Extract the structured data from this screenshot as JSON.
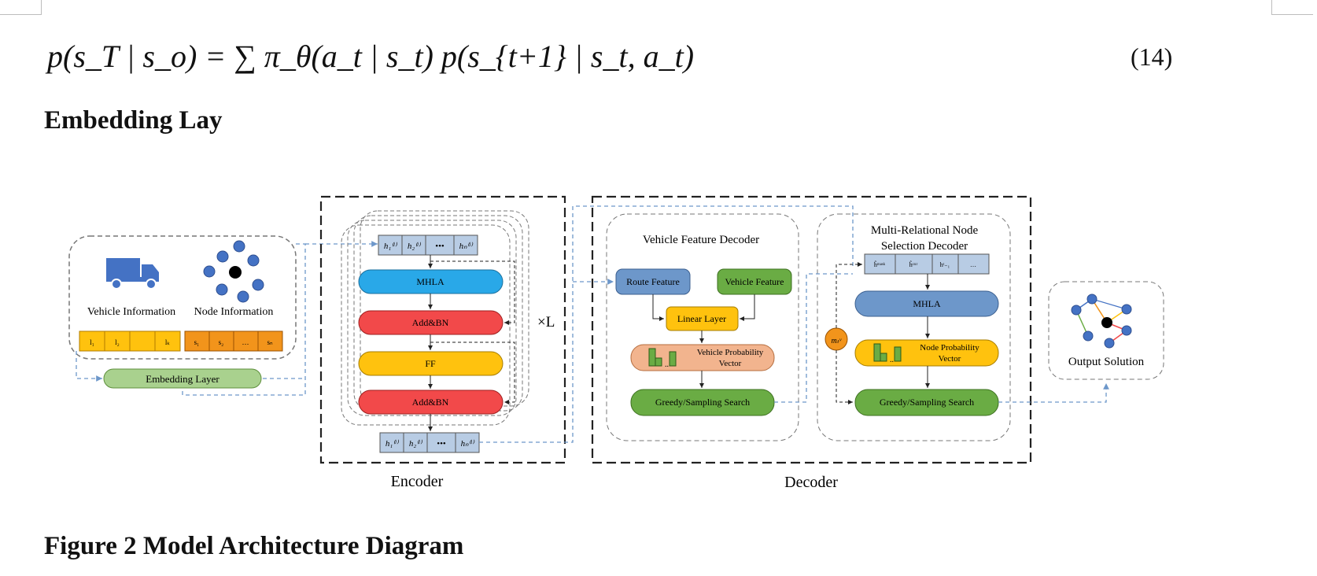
{
  "equation": {
    "text": "p(s_T | s_o) = ∑ π_θ(a_t | s_t) p(s_{t+1} | s_t, a_t)",
    "number": "(14)"
  },
  "section_heading": "Embedding Lay",
  "figure_caption": "Figure 2 Model Architecture Diagram",
  "diagram": {
    "input": {
      "vehicle_label": "Vehicle Information",
      "node_label": "Node Information",
      "embedding_label": "Embedding Layer",
      "vehicle_cells": [
        "l₁",
        "l₂",
        "",
        "lₖ"
      ],
      "node_cells": [
        "s₁",
        "s₂",
        "…",
        "sₙ"
      ]
    },
    "encoder": {
      "label": "Encoder",
      "repeat": "×L",
      "mhla": "MHLA",
      "addbn1": "Add&BN",
      "ff": "FF",
      "addbn2": "Add&BN",
      "top_cells": [
        "h₁⁽ˡ⁾",
        "h₂⁽ˡ⁾",
        "•••",
        "hₙ⁽ˡ⁾"
      ],
      "bottom_cells": [
        "h₁⁽ˡ⁾",
        "h₂⁽ˡ⁾",
        "•••",
        "hₙ⁽ˡ⁾"
      ]
    },
    "decoder": {
      "label": "Decoder",
      "vehicle_decoder": {
        "title": "Vehicle Feature Decoder",
        "route": "Route Feature",
        "vehicle": "Vehicle Feature",
        "linear": "Linear Layer",
        "prob_line1": "Vehicle Probability",
        "prob_line2": "Vector",
        "search": "Greedy/Sampling Search"
      },
      "node_decoder": {
        "title_line1": "Multi-Relational Node",
        "title_line2": "Selection Decoder",
        "mhla": "MHLA",
        "prob_line1": "Node Probability",
        "prob_line2": "Vector",
        "search": "Greedy/Sampling Search",
        "mask": "mₜᵛ",
        "cells": [
          "ĥᵐᵃˢᵏ",
          "ĥᶜᵘʳ",
          "hᵗ₋₁",
          "…"
        ]
      }
    },
    "output": {
      "label": "Output Solution"
    },
    "colors": {
      "blue": "#29a8e8",
      "red": "#f2494a",
      "yellow": "#ffc20e",
      "green": "#6aac44",
      "steel": "#6d97ca",
      "salmon": "#f2b48e",
      "orange": "#f2941b",
      "light_green": "#a9d18e",
      "cell": "#b8cce4"
    }
  }
}
